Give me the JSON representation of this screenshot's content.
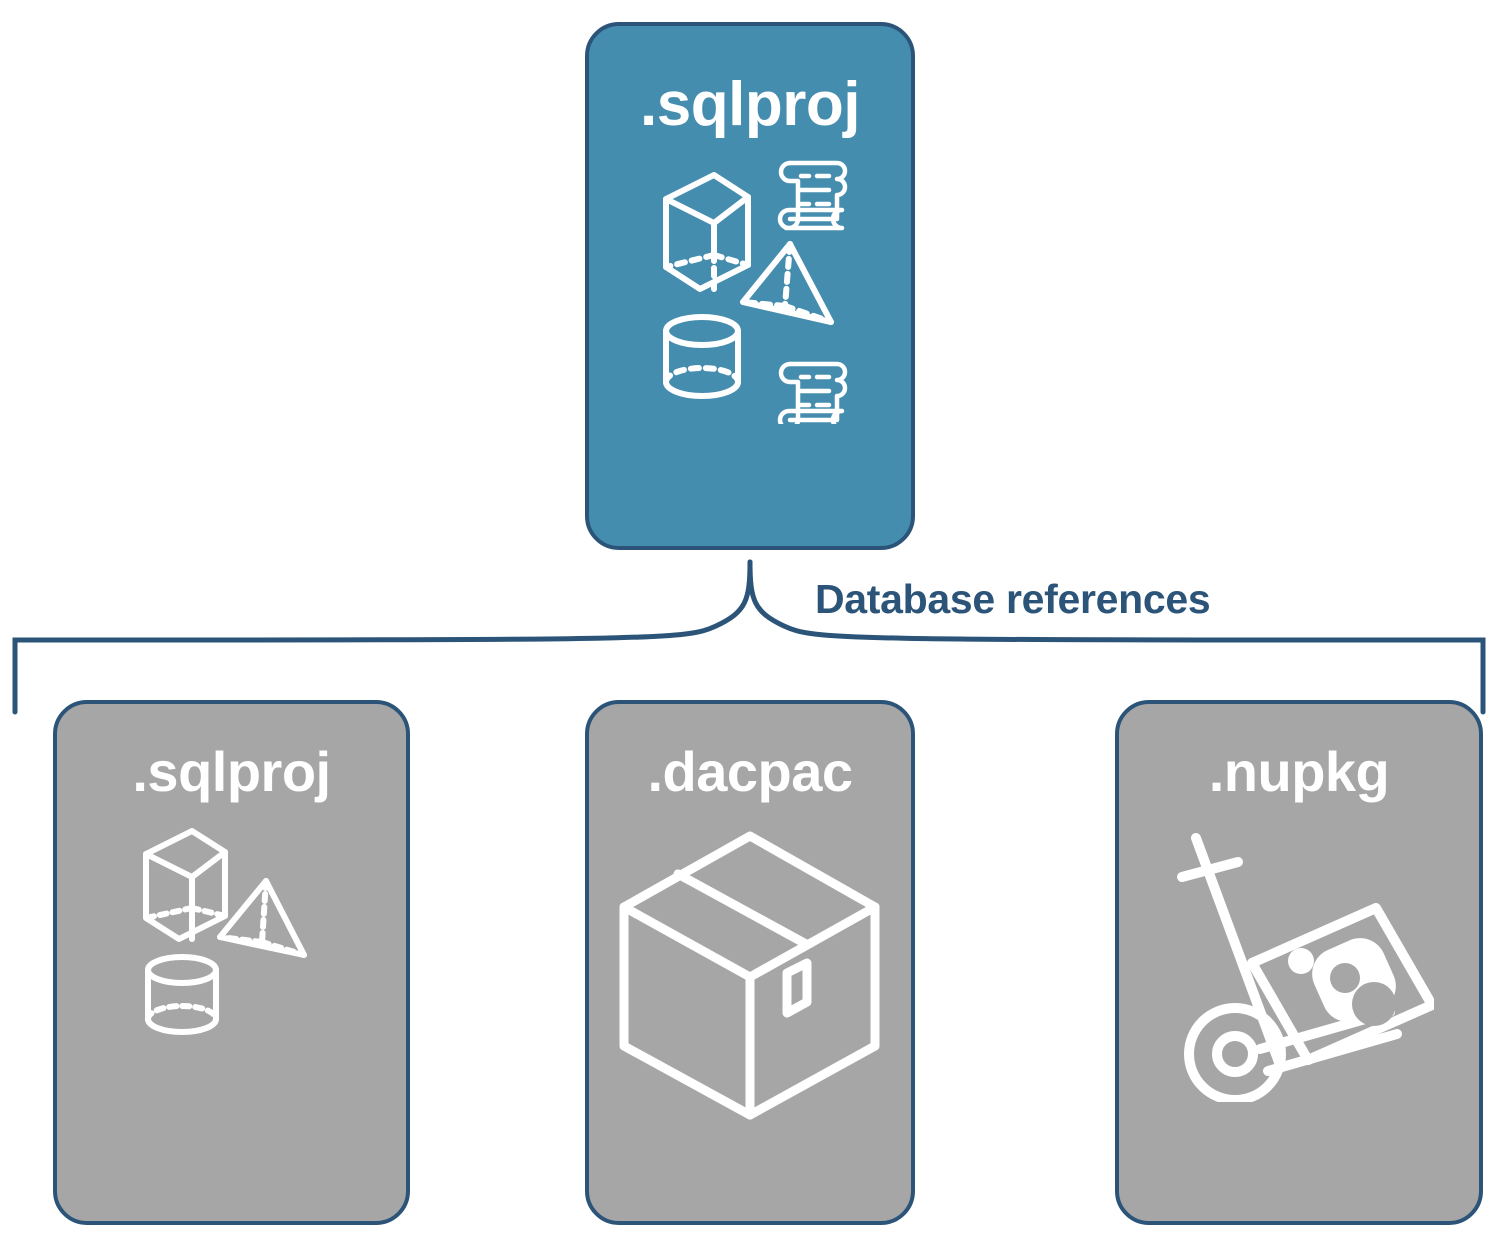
{
  "diagram": {
    "title": "Database references",
    "colors": {
      "accent_blue": "#458dae",
      "border_navy": "#2b5478",
      "reference_gray": "#a6a6a6",
      "icon_white": "#ffffff",
      "background": "#ffffff"
    },
    "root_node": {
      "label": ".sqlproj",
      "fill": "#458dae",
      "icons": [
        "wireframe-cube-icon",
        "wireframe-pyramid-icon",
        "wireframe-cylinder-icon",
        "scroll-icon",
        "scroll-icon"
      ]
    },
    "connector": {
      "label": "Database references",
      "style": "curly-brace",
      "label_color": "#2b5478"
    },
    "reference_nodes": [
      {
        "label": ".sqlproj",
        "fill": "#a6a6a6",
        "icons": [
          "wireframe-cube-icon",
          "wireframe-pyramid-icon",
          "wireframe-cylinder-icon"
        ]
      },
      {
        "label": ".dacpac",
        "fill": "#a6a6a6",
        "icons": [
          "cardboard-box-icon"
        ]
      },
      {
        "label": ".nupkg",
        "fill": "#a6a6a6",
        "icons": [
          "hand-truck-package-icon"
        ]
      }
    ]
  }
}
